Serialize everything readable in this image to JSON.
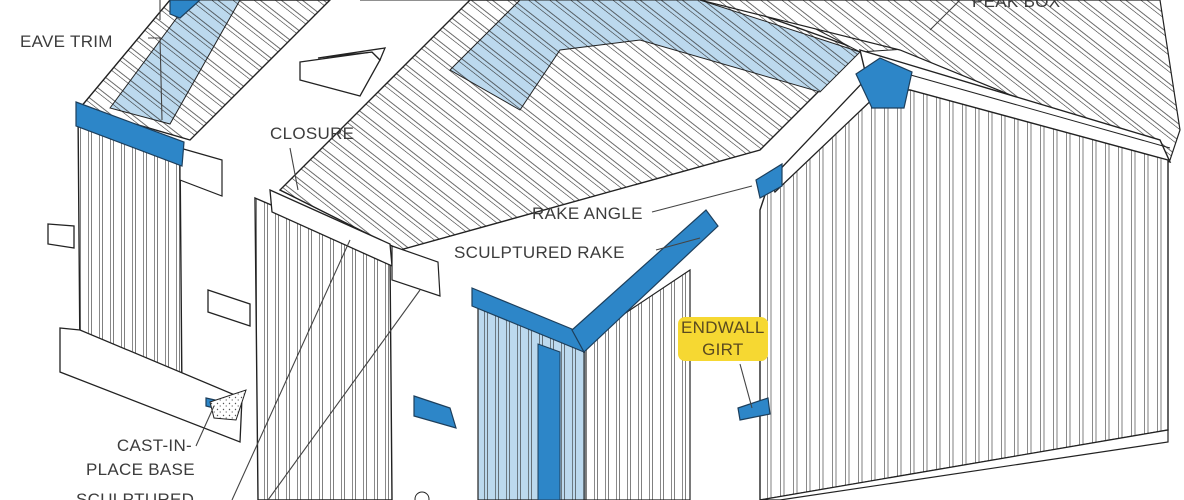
{
  "colors": {
    "accent_blue": "#2d86c8",
    "light_blue_panel": "#bcd9ee",
    "highlight": "#f6d832",
    "line": "#222222",
    "label_text": "#3c3c3c"
  },
  "labels": {
    "eave_trim": "EAVE TRIM",
    "closure": "CLOSURE",
    "peak_box": "PEAK BOX",
    "rake_angle": "RAKE ANGLE",
    "sculptured_rake": "SCULPTURED RAKE",
    "endwall_girt_line1": "ENDWALL",
    "endwall_girt_line2": "GIRT",
    "cast_in_place_base_line1": "CAST-IN-",
    "cast_in_place_base_line2": "PLACE BASE",
    "sculptured_bottom": "SCULPTURED"
  }
}
